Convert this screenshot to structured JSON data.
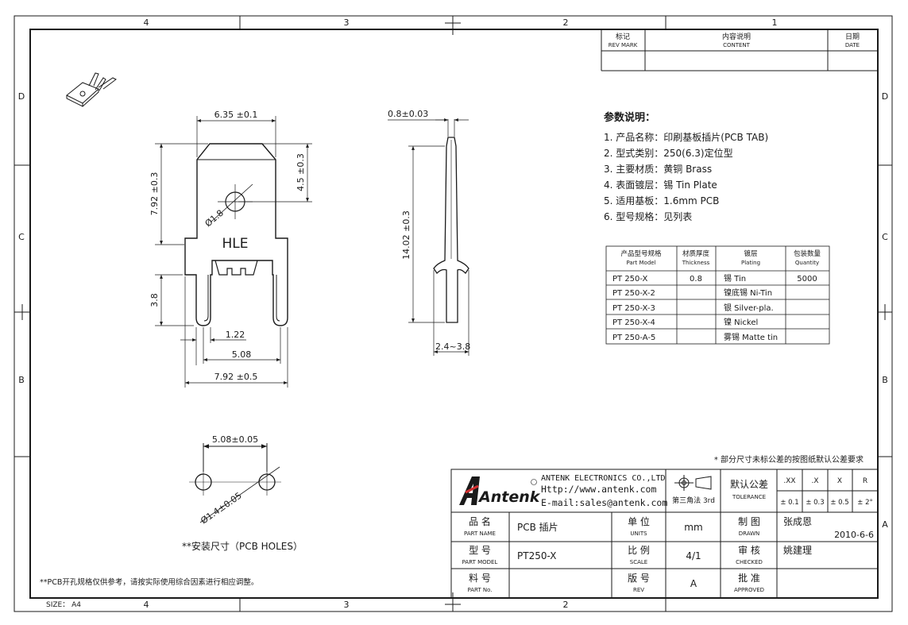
{
  "frame": {
    "zones_top": [
      "4",
      "3",
      "2",
      "1"
    ],
    "zones_bottom": [
      "4",
      "3",
      "2"
    ],
    "zones_left": [
      "D",
      "C",
      "B"
    ],
    "zones_right": [
      "D",
      "C",
      "B",
      "A"
    ],
    "size_label": "SIZE： A4"
  },
  "revision_table": {
    "mark_cn": "标记",
    "mark_en": "REV MARK",
    "content_cn": "内容说明",
    "content_en": "CONTENT",
    "date_cn": "日期",
    "date_en": "DATE"
  },
  "specs": {
    "title": "参数说明：",
    "items": [
      "1. 产品名称：印刷基板插片(PCB TAB)",
      "2. 型式类别：250(6.3)定位型",
      "3. 主要材质：黄铜 Brass",
      "4. 表面镀层：锡 Tin Plate",
      "5. 适用基板：1.6mm PCB",
      "6. 型号规格：见列表"
    ]
  },
  "model_table": {
    "headers": [
      {
        "cn": "产品型号规格",
        "en": "Part Model"
      },
      {
        "cn": "材质厚度",
        "en": "Thickness"
      },
      {
        "cn": "镀层",
        "en": "Plating"
      },
      {
        "cn": "包装数量",
        "en": "Quantity"
      }
    ],
    "rows": [
      [
        "PT 250-X",
        "0.8",
        "锡 Tin",
        "5000"
      ],
      [
        "PT 250-X-2",
        "",
        "镍底锡 Ni-Tin",
        ""
      ],
      [
        "PT 250-X-3",
        "",
        "银 Silver-pla.",
        ""
      ],
      [
        "PT 250-X-4",
        "",
        "镍 Nickel",
        ""
      ],
      [
        "PT 250-A-5",
        "",
        "雾锡 Matte tin",
        ""
      ]
    ]
  },
  "front_view": {
    "dim_width_top": "6.35 ±0.1",
    "dim_left_height": "7.92 ±0.3",
    "dim_right_height": "4.5 ±0.3",
    "dim_hole": "Ø1.8",
    "logo": "HLE",
    "dim_pin_length": "3.8",
    "dim_pin_width": "1.22",
    "dim_pin_pitch": "5.08",
    "dim_width_bottom": "7.92 ±0.5"
  },
  "side_view": {
    "dim_thickness": "0.8±0.03",
    "dim_length": "14.02 ±0.3",
    "dim_spread": "2.4~3.8"
  },
  "pcb_holes": {
    "dim_pitch": "5.08±0.05",
    "dim_hole": "Ø1.4±0.05",
    "caption": "**安装尺寸（PCB HOLES）"
  },
  "notes": {
    "footnote": "**PCB开孔规格仅供参考，请按实际使用综合因素进行相应调整。",
    "tolerance_note": "* 部分尺寸未标公差的按图纸默认公差要求"
  },
  "title_block": {
    "company_logo": "Antenk",
    "company_line1": "ANTENK ELECTRONICS CO.,LTD",
    "company_line2": "Http://www.antenk.com",
    "company_line3": "E-mail:sales@antenk.com",
    "projection": "第三角法 3rd",
    "tolerance_cn": "默认公差",
    "tolerance_en": "TOLERANCE",
    "tol_headers": [
      ".XX",
      ".X",
      "X",
      "R"
    ],
    "tol_values": [
      "± 0.1",
      "± 0.3",
      "± 0.5",
      "± 2°"
    ],
    "part_name_cn": "品 名",
    "part_name_en": "PART NAME",
    "part_name_value": "PCB 插片",
    "part_model_cn": "型 号",
    "part_model_en": "PART MODEL",
    "part_model_value": "PT250-X",
    "part_no_cn": "料 号",
    "part_no_en": "PART No.",
    "part_no_value": "",
    "units_cn": "单 位",
    "units_en": "UNITS",
    "units_value": "mm",
    "scale_cn": "比 例",
    "scale_en": "SCALE",
    "scale_value": "4/1",
    "rev_cn": "版 号",
    "rev_en": "REV",
    "rev_value": "A",
    "drawn_cn": "制 图",
    "drawn_en": "DRAWN",
    "drawn_value": "张成恩",
    "drawn_date": "2010-6-6",
    "checked_cn": "审 核",
    "checked_en": "CHECKED",
    "checked_value": "姚建理",
    "approved_cn": "批 准",
    "approved_en": "APPROVED",
    "approved_value": ""
  }
}
